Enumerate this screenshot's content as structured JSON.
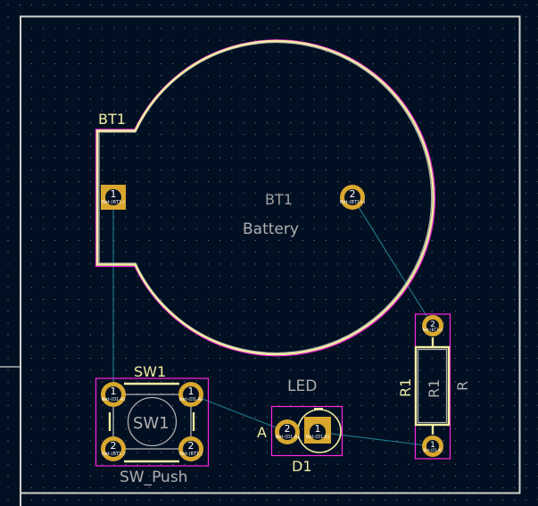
{
  "app": {
    "view": "PCB editor canvas"
  },
  "colors": {
    "background": "#001023",
    "grid": "#848484",
    "edge_cuts": "#d0d2cd",
    "silkscreen": "#f2eda1",
    "fabrication": "#afafaf",
    "courtyard": "#ff26e2",
    "pad": "#d9a72e",
    "ratsnest": "#1e7e8f"
  },
  "footprints": {
    "bt1": {
      "reference": "BT1",
      "fab_reference": "BT1",
      "value": "Battery",
      "pads": [
        {
          "number": "1",
          "net": "Net-(BT1-)",
          "shape": "square"
        },
        {
          "number": "2",
          "net": "Net-(BT1+)",
          "shape": "round"
        }
      ]
    },
    "sw1": {
      "reference": "SW1",
      "fab_reference": "SW1",
      "value": "SW_Push",
      "pads": [
        {
          "number": "1",
          "net": "Net-(D1-A)"
        },
        {
          "number": "1",
          "net": "Net-(D1-A)"
        },
        {
          "number": "2",
          "net": "Net-(BT1-)"
        },
        {
          "number": "2",
          "net": "Net-(BT1-)"
        }
      ]
    },
    "d1": {
      "reference": "D1",
      "value": "LED",
      "anode_label": "A",
      "pads": [
        {
          "number": "2",
          "net": "Net-(D1-A)",
          "shape": "round"
        },
        {
          "number": "1",
          "net": "Net-(D1-K)",
          "shape": "square"
        }
      ]
    },
    "r1": {
      "reference": "R1",
      "fab_reference": "R1",
      "value": "R",
      "pads": [
        {
          "number": "2",
          "net": "Net-(BT1+)"
        },
        {
          "number": "1",
          "net": "Net-(D1-K)"
        }
      ]
    }
  }
}
